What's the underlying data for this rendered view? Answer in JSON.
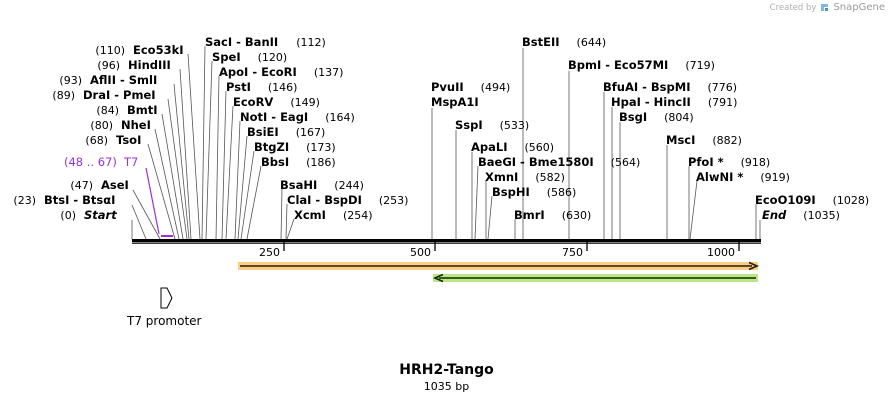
{
  "credit": {
    "prefix": "Created by",
    "brand": "SnapGene"
  },
  "title": "HRH2-Tango",
  "subtitle": "1035 bp",
  "ticks": [
    "250",
    "500",
    "750",
    "1000"
  ],
  "promoter_label": "T7 promoter",
  "primer": {
    "range": "(48 .. 67)",
    "name": "T7",
    "color": "#9b30d9"
  },
  "colors": {
    "orf_orange": "#f5a623",
    "orf_green": "#7ed321",
    "primer": "#9b30d9"
  },
  "sites": [
    {
      "pos": "(0)",
      "name": "Start",
      "seqpos": 0
    },
    {
      "pos": "(23)",
      "name": "BtsI - BtsαI",
      "seqpos": 23
    },
    {
      "pos": "(47)",
      "name": "AseI",
      "seqpos": 47
    },
    {
      "pos": "(68)",
      "name": "TsoI",
      "seqpos": 68
    },
    {
      "pos": "(80)",
      "name": "NheI",
      "seqpos": 80
    },
    {
      "pos": "(84)",
      "name": "BmtI",
      "seqpos": 84
    },
    {
      "pos": "(89)",
      "name": "DraI - PmeI",
      "seqpos": 89
    },
    {
      "pos": "(93)",
      "name": "AflII - SmlI",
      "seqpos": 93
    },
    {
      "pos": "(96)",
      "name": "HindIII",
      "seqpos": 96
    },
    {
      "pos": "(110)",
      "name": "Eco53kI",
      "seqpos": 110
    },
    {
      "pos": "(112)",
      "name": "SacI - BanII",
      "seqpos": 112
    },
    {
      "pos": "(120)",
      "name": "SpeI",
      "seqpos": 120
    },
    {
      "pos": "(137)",
      "name": "ApoI - EcoRI",
      "seqpos": 137
    },
    {
      "pos": "(146)",
      "name": "PstI",
      "seqpos": 146
    },
    {
      "pos": "(149)",
      "name": "EcoRV",
      "seqpos": 149
    },
    {
      "pos": "(164)",
      "name": "NotI - EagI",
      "seqpos": 164
    },
    {
      "pos": "(167)",
      "name": "BsiEI",
      "seqpos": 167
    },
    {
      "pos": "(173)",
      "name": "BtgZI",
      "seqpos": 173
    },
    {
      "pos": "(186)",
      "name": "BbsI",
      "seqpos": 186
    },
    {
      "pos": "(244)",
      "name": "BsaHI",
      "seqpos": 244
    },
    {
      "pos": "(253)",
      "name": "ClaI - BspDI",
      "seqpos": 253
    },
    {
      "pos": "(254)",
      "name": "XcmI",
      "seqpos": 254
    },
    {
      "pos": "(494)",
      "name": "PvuII",
      "seqpos": 494
    },
    {
      "pos": "",
      "name": "MspA1I",
      "seqpos": 494
    },
    {
      "pos": "(533)",
      "name": "SspI",
      "seqpos": 533
    },
    {
      "pos": "(560)",
      "name": "ApaLI",
      "seqpos": 560
    },
    {
      "pos": "(564)",
      "name": "BaeGI - Bme1580I",
      "seqpos": 564
    },
    {
      "pos": "(582)",
      "name": "XmnI",
      "seqpos": 582
    },
    {
      "pos": "(586)",
      "name": "BspHI",
      "seqpos": 586
    },
    {
      "pos": "(630)",
      "name": "BmrI",
      "seqpos": 630
    },
    {
      "pos": "(644)",
      "name": "BstEII",
      "seqpos": 644
    },
    {
      "pos": "(719)",
      "name": "BpmI - Eco57MI",
      "seqpos": 719
    },
    {
      "pos": "(776)",
      "name": "BfuAI - BspMI",
      "seqpos": 776
    },
    {
      "pos": "(791)",
      "name": "HpaI - HincII",
      "seqpos": 791
    },
    {
      "pos": "(804)",
      "name": "BsgI",
      "seqpos": 804
    },
    {
      "pos": "(882)",
      "name": "MscI",
      "seqpos": 882
    },
    {
      "pos": "(918)",
      "name": "PfoI *",
      "seqpos": 918
    },
    {
      "pos": "(919)",
      "name": "AlwNI *",
      "seqpos": 919
    },
    {
      "pos": "(1028)",
      "name": "EcoO109I",
      "seqpos": 1028
    },
    {
      "pos": "(1035)",
      "name": "End",
      "seqpos": 1035
    }
  ]
}
